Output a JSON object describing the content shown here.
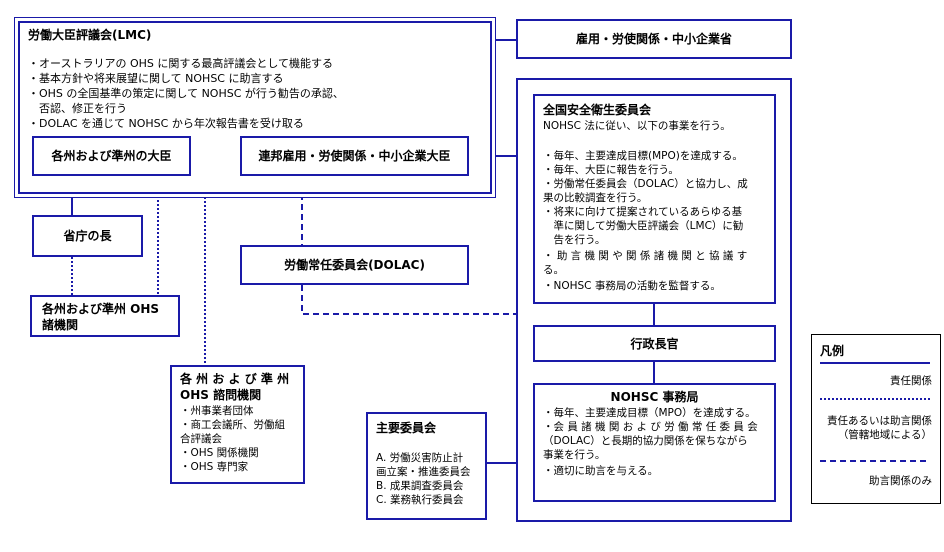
{
  "lmc": {
    "title": "労働大臣評議会(LMC)",
    "items": [
      "・オーストラリアの OHS に関する最高評議会として機能する",
      "・基本方針や将来展望に関して NOHSC に助言する",
      "・OHS の全国基準の策定に関して NOHSC が行う勧告の承認、",
      "　否認、修正を行う",
      "・DOLAC を通じて NOHSC から年次報告書を受け取る"
    ]
  },
  "ministry": {
    "label": "雇用・労使関係・中小企業省"
  },
  "state_ministers": {
    "label": "各州および準州の大臣"
  },
  "federal_minister": {
    "label": "連邦雇用・労使関係・中小企業大臣"
  },
  "agency_heads": {
    "label": "省庁の長"
  },
  "dolac": {
    "label": "労働常任委員会(DOLAC)"
  },
  "state_ohs_agencies": {
    "lines": [
      "各州および準州 OHS",
      "諸機関"
    ]
  },
  "state_ohs_advisory": {
    "title_lines": [
      "各 州 お よ び 準 州",
      "OHS 諮問機関"
    ],
    "items": [
      "・州事業者団体",
      "・商工会議所、労働組",
      "合評議会",
      "・OHS 関係機関",
      "・OHS 専門家"
    ]
  },
  "nohsc": {
    "title": "全国安全衛生委員会",
    "subtitle": "NOHSC 法に従い、以下の事業を行う。",
    "items": [
      "・毎年、主要達成目標(MPO)を達成する。",
      "・毎年、大臣に報告を行う。",
      "・労働常任委員会（DOLAC）と協力し、成",
      "果の比較調査を行う。",
      "・将来に向けて提案されているあらゆる基",
      "　準に関して労働大臣評議会（LMC）に勧",
      "　告を行う。",
      "・ 助 言 機 関 や 関 係 諸 機 関 と 協 議 す",
      "る。",
      "・NOHSC 事務局の活動を監督する。"
    ]
  },
  "ceo": {
    "label": "行政長官"
  },
  "secretariat": {
    "title": "NOHSC 事務局",
    "items": [
      "・毎年、主要達成目標（MPO）を達成する。",
      "・会 員 諸 機 関 お よ び 労 働 常 任 委 員 会",
      "（DOLAC）と長期的協力関係を保ちながら",
      "事業を行う。",
      "・適切に助言を与える。"
    ]
  },
  "committees": {
    "title": "主要委員会",
    "items": [
      "A. 労働災害防止計",
      "画立案・推進委員会",
      "B. 成果調査委員会",
      "C. 業務執行委員会"
    ]
  },
  "legend": {
    "title": "凡例",
    "responsibility": "責任関係",
    "responsibility_or_advisory_lines": [
      "責任あるいは助言関係",
      "（管轄地域による）"
    ],
    "advisory_only": "助言関係のみ",
    "line_color": "#1a1aa8"
  }
}
